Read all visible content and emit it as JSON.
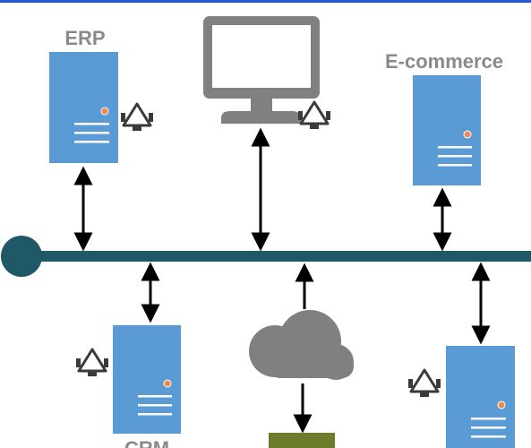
{
  "colors": {
    "top_rule": "#1f57d6",
    "bus": "#1f5866",
    "server": "#5b9bd5",
    "server_dot": "#f08a4b",
    "server_lines": "#ffffff",
    "monitor": "#808080",
    "cloud": "#808080",
    "arrow": "#000000",
    "label": "#8a8a8a",
    "connector_icon": "#3a3a3a",
    "green_box": "#6b7d2a"
  },
  "nodes": [
    {
      "id": "erp",
      "label": "ERP",
      "kind": "server"
    },
    {
      "id": "ecommerce",
      "label": "E-commerce",
      "kind": "server"
    },
    {
      "id": "crm",
      "label": "CRM",
      "kind": "server"
    },
    {
      "id": "monitor",
      "label": "",
      "kind": "monitor-icon"
    },
    {
      "id": "cloud",
      "label": "",
      "kind": "cloud-icon"
    },
    {
      "id": "server-bottom-right",
      "label": "",
      "kind": "server"
    }
  ]
}
